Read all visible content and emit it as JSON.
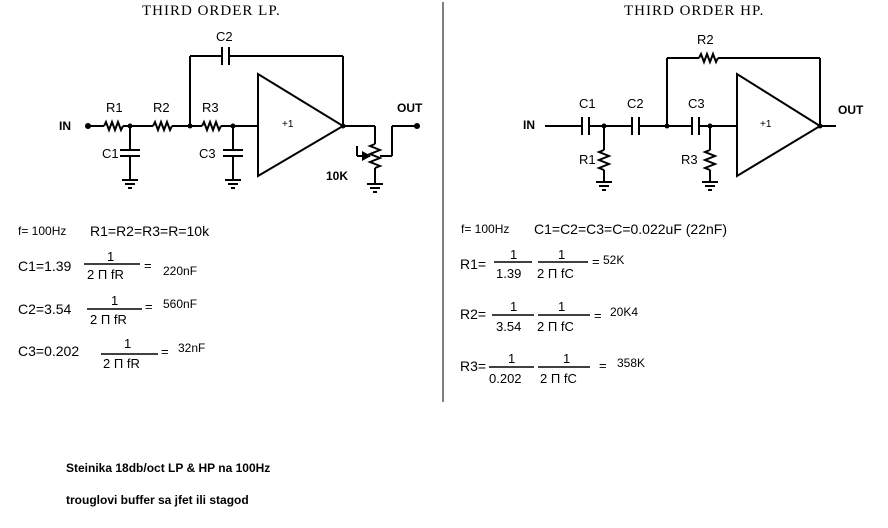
{
  "lp": {
    "title": "THIRD ORDER LP.",
    "c2": "C2",
    "in": "IN",
    "r1": "R1",
    "r2": "R2",
    "r3": "R3",
    "out": "OUT",
    "c1": "C1",
    "c3": "C3",
    "gain": "+1",
    "pot": "10K",
    "freq": "f= 100Hz",
    "eqR": "R1=R2=R3=R=10k",
    "c1eq": {
      "lhs": "C1=1.39",
      "num": "1",
      "den": "2 Π fR",
      "eqsign": "=",
      "val": "220nF"
    },
    "c2eq": {
      "lhs": "C2=3.54",
      "num": "1",
      "den": "2 Π fR",
      "eqsign": "=",
      "val": "560nF"
    },
    "c3eq": {
      "lhs": "C3=0.202",
      "num": "1",
      "den": "2 Π fR",
      "eqsign": "=",
      "val": "32nF"
    }
  },
  "hp": {
    "title": "THIRD ORDER HP.",
    "r2": "R2",
    "in": "IN",
    "c1": "C1",
    "c2": "C2",
    "c3": "C3",
    "out": "OUT",
    "r1": "R1",
    "r3": "R3",
    "gain": "+1",
    "freq": "f= 100Hz",
    "eqC": "C1=C2=C3=C=0.022uF (22nF)",
    "r1eq": {
      "lhs": "R1=",
      "k": "1.39",
      "num1": "1",
      "num2": "1",
      "den": "2 Π fC",
      "eqsign": "=",
      "val": "52K"
    },
    "r2eq": {
      "lhs": "R2=",
      "k": "3.54",
      "num1": "1",
      "num2": "1",
      "den": "2 Π fC",
      "eqsign": "=",
      "val": "20K4"
    },
    "r3eq": {
      "lhs": "R3=",
      "k": "0.202",
      "num1": "1",
      "num2": "1",
      "den": "2 Π fC",
      "eqsign": "=",
      "val": "358K"
    }
  },
  "notes": {
    "line1": "Steinika 18db/oct LP & HP na 100Hz",
    "line2": "trouglovi buffer sa jfet ili stagod"
  }
}
